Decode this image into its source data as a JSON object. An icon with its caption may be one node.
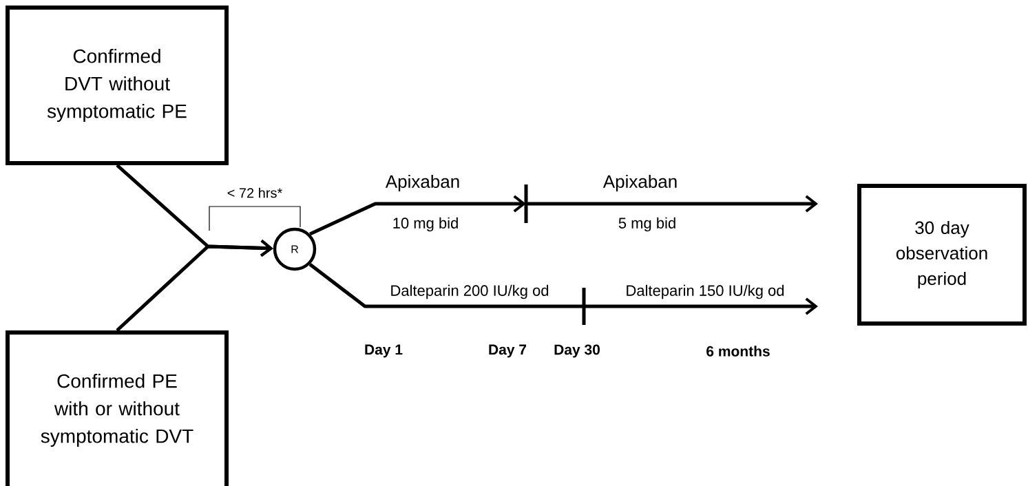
{
  "diagram": {
    "nodes": [
      {
        "text": [
          "Confirmed DVT without symptomatic PE"
        ]
      },
      {
        "text": [
          "Confirmed PE with or without symptomatic DVT"
        ]
      },
      {
        "text": [
          "R"
        ],
        "beside": [
          "< 72 hrs*"
        ]
      },
      {
        "text": [
          "30 day observation period"
        ]
      }
    ],
    "edges": [
      {
        "from": 0,
        "to": 2,
        "arrow": "to"
      },
      {
        "from": 1,
        "to": 2,
        "arrow": "to"
      },
      {
        "from": 2,
        "to": null,
        "arrow": "to"
      },
      {
        "from": 2,
        "to": null,
        "arrow": "to"
      }
    ],
    "labels": [
      "Apixaban",
      "Apixaban",
      "10 mg bid",
      "5 mg bid",
      "Dalteparin 200 IU/kg od",
      "Dalteparin 150 IU/kg od",
      "Day 1",
      "Day 7",
      "Day 30",
      "6 months"
    ]
  }
}
